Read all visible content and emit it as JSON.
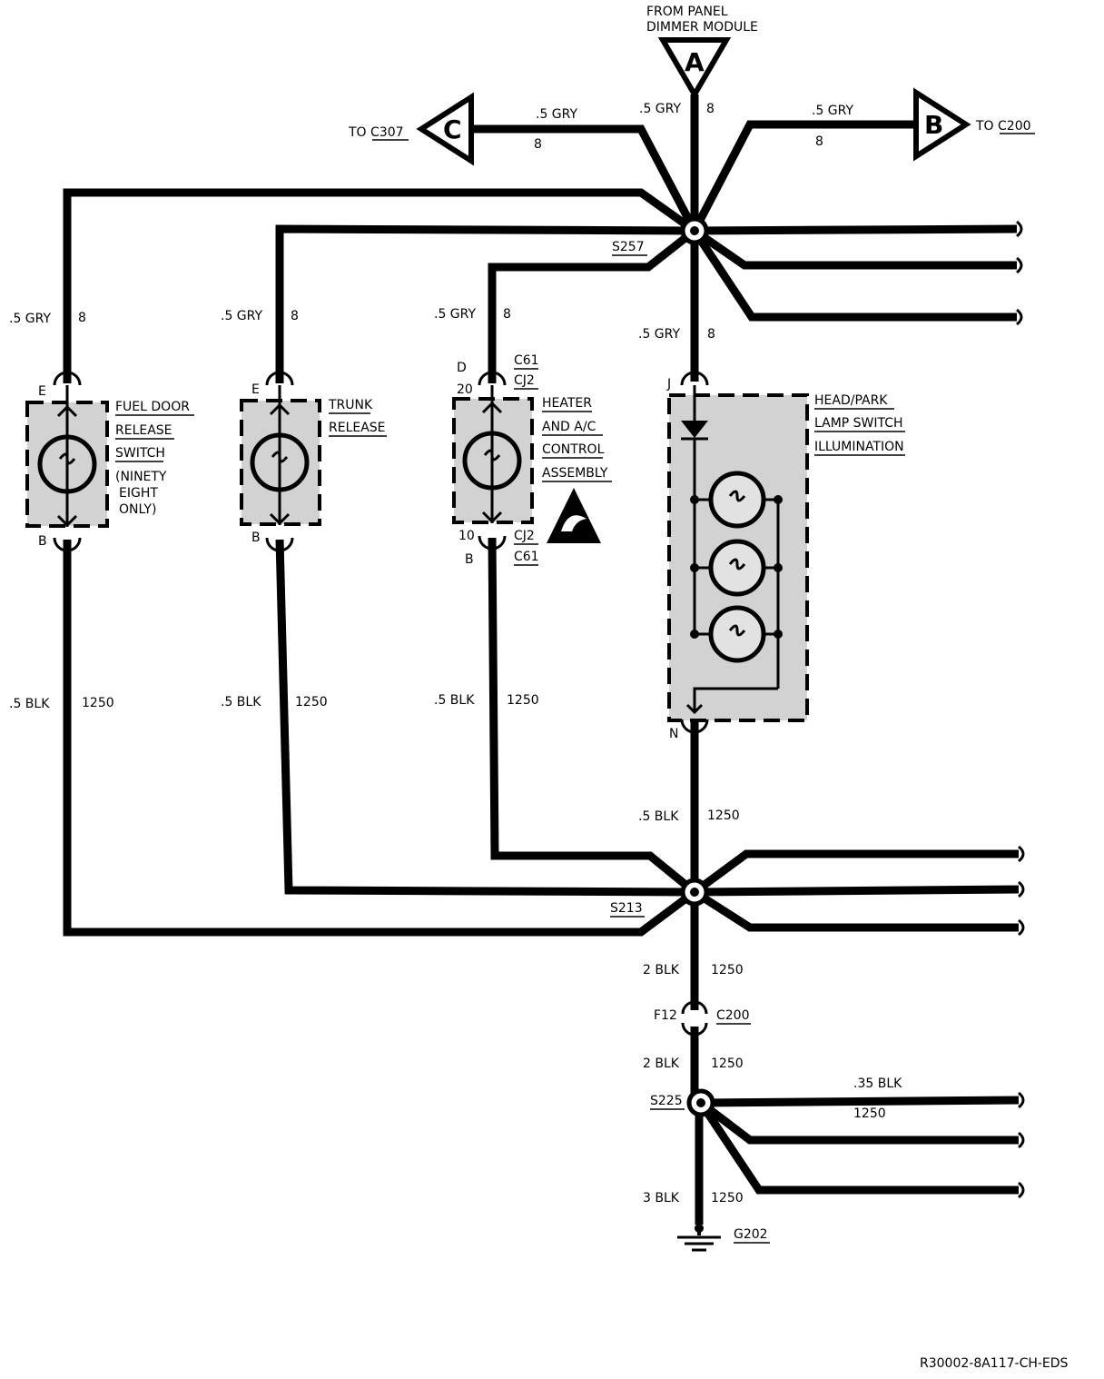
{
  "top": {
    "from_label_1": "FROM PANEL",
    "from_label_2": "DIMMER MODULE",
    "connector_a": "A",
    "connector_b": "B",
    "connector_c": "C",
    "to_c307": "TO C307",
    "to_c200": "TO C200",
    "wire_a": ".5 GRY",
    "circuit_a": "8",
    "wire_b": ".5 GRY",
    "circuit_b": "8",
    "wire_c": ".5 GRY",
    "circuit_c": "8"
  },
  "splices": {
    "s257": "S257",
    "s213": "S213",
    "s225": "S225"
  },
  "feeds": {
    "fuel_wire": ".5 GRY",
    "fuel_circuit": "8",
    "trunk_wire": ".5 GRY",
    "trunk_circuit": "8",
    "heater_wire": ".5 GRY",
    "heater_circuit": "8",
    "head_wire": ".5 GRY",
    "head_circuit": "8"
  },
  "components": {
    "fuel": {
      "pin_top": "E",
      "pin_bottom": "B",
      "label_lines": [
        "FUEL DOOR",
        "RELEASE",
        "SWITCH"
      ],
      "note_lines": [
        "(NINETY",
        "EIGHT",
        "ONLY)"
      ]
    },
    "trunk": {
      "pin_top": "E",
      "pin_bottom": "B",
      "label_lines": [
        "TRUNK",
        "RELEASE"
      ]
    },
    "heater": {
      "pin_top_letter": "D",
      "pin_top_num": "20",
      "conn_top_1": "C61",
      "conn_top_2": "CJ2",
      "pin_bottom_num": "10",
      "pin_bottom_letter": "B",
      "conn_bottom_1": "CJ2",
      "conn_bottom_2": "C61",
      "label_lines": [
        "HEATER",
        "AND A/C",
        "CONTROL",
        "ASSEMBLY"
      ]
    },
    "head": {
      "pin_top": "J",
      "pin_bottom": "N",
      "label_lines": [
        "HEAD/PARK",
        "LAMP SWITCH",
        "ILLUMINATION"
      ]
    }
  },
  "grounds": {
    "fuel_wire": ".5 BLK",
    "fuel_circuit": "1250",
    "trunk_wire": ".5 BLK",
    "trunk_circuit": "1250",
    "heater_wire": ".5 BLK",
    "heater_circuit": "1250",
    "head_wire": ".5 BLK",
    "head_circuit": "1250",
    "trunk_main_wire": "2 BLK",
    "trunk_main_circuit": "1250",
    "c200_pin": "F12",
    "c200": "C200",
    "after_c200_wire": "2 BLK",
    "after_c200_circuit": "1250",
    "branch_wire": ".35 BLK",
    "branch_circuit": "1250",
    "ground_wire": "3 BLK",
    "ground_circuit": "1250",
    "g202": "G202"
  },
  "footer": {
    "code": "R30002-8A117-CH-EDS"
  }
}
